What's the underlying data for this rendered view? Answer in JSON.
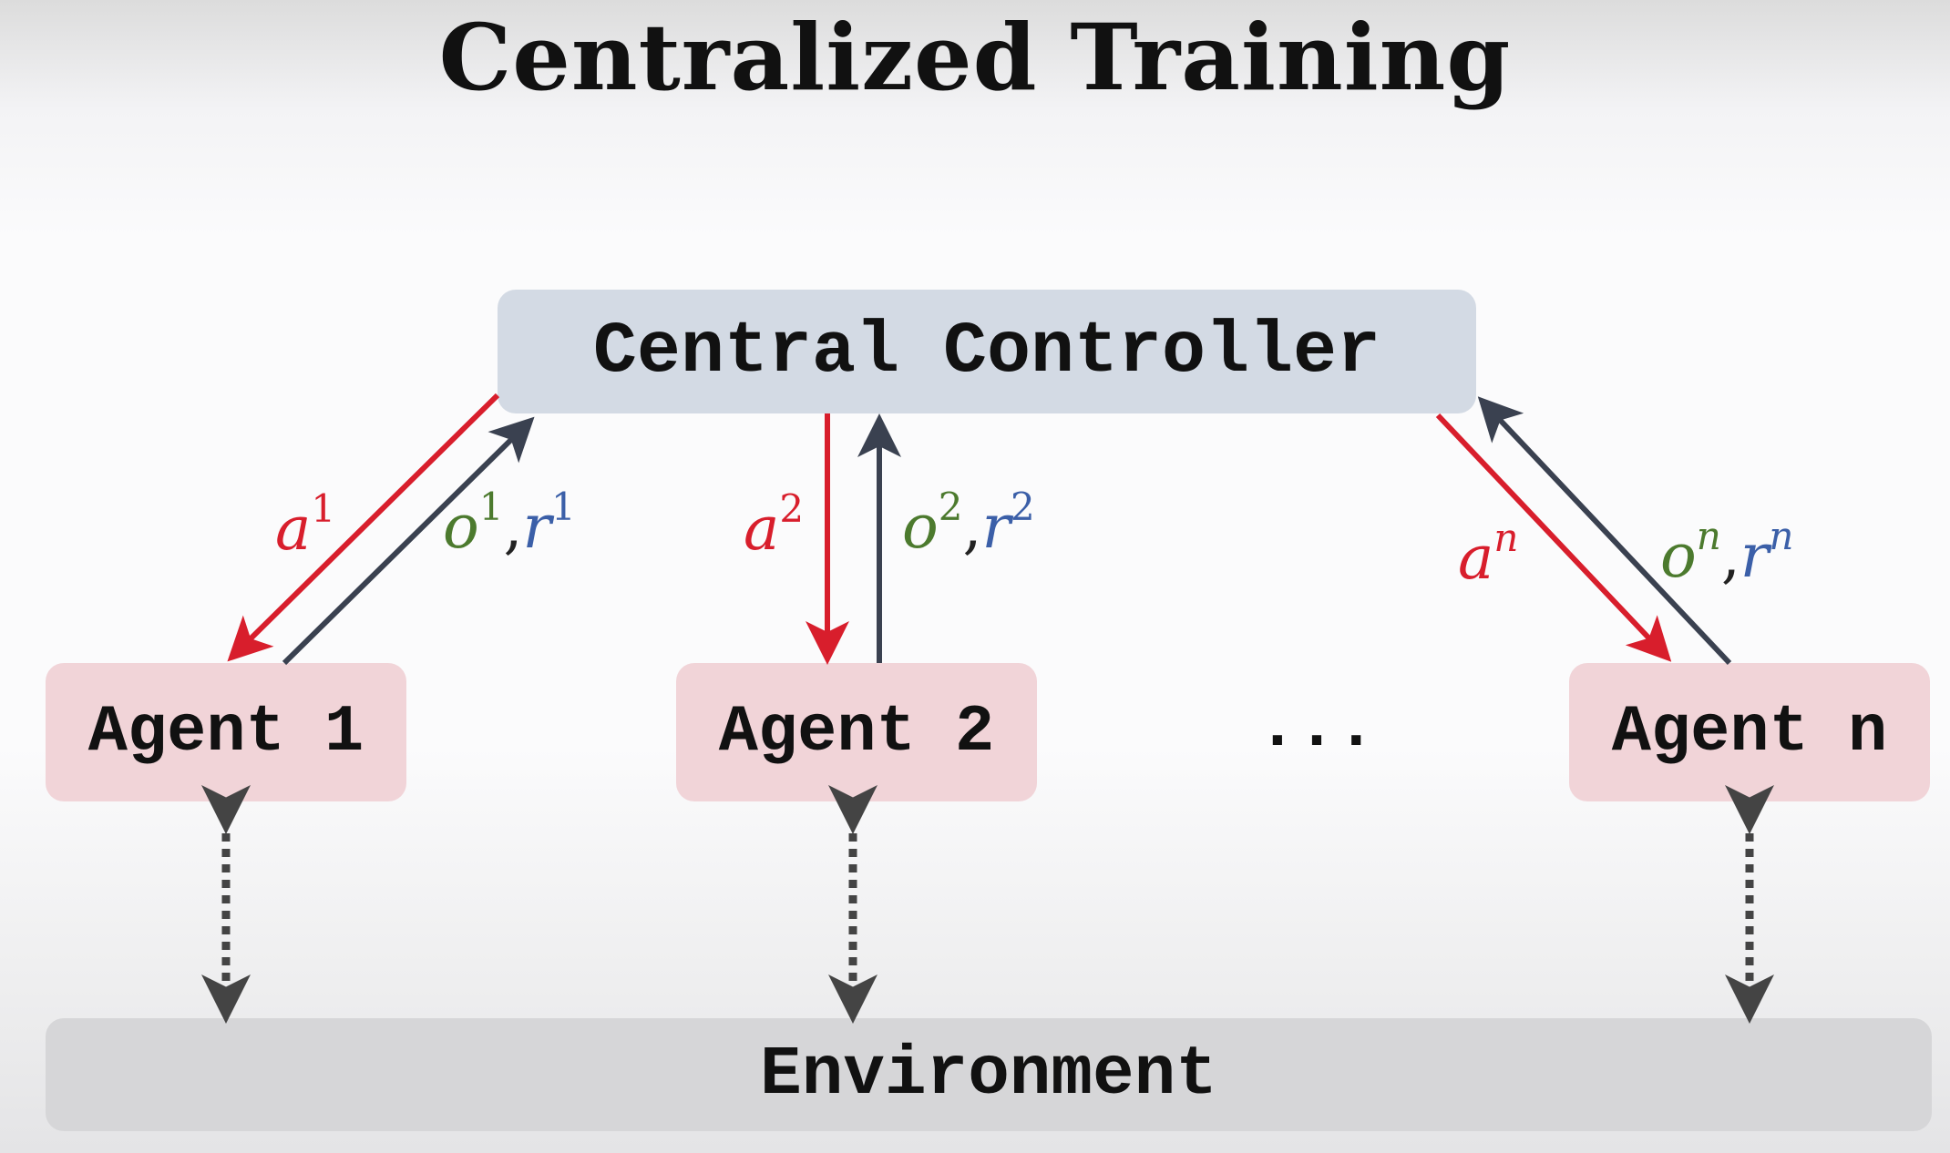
{
  "title": "Centralized Training",
  "controller": {
    "label": "Central Controller"
  },
  "agents": [
    {
      "label": "Agent 1",
      "action": "a",
      "action_sup": "1",
      "obs": "o",
      "obs_sup": "1",
      "reward": "r",
      "reward_sup": "1"
    },
    {
      "label": "Agent 2",
      "action": "a",
      "action_sup": "2",
      "obs": "o",
      "obs_sup": "2",
      "reward": "r",
      "reward_sup": "2"
    },
    {
      "label": "Agent n",
      "action": "a",
      "action_sup": "n",
      "obs": "o",
      "obs_sup": "n",
      "reward": "r",
      "reward_sup": "n"
    }
  ],
  "ellipsis": "...",
  "comma": ",",
  "environment": {
    "label": "Environment"
  },
  "colors": {
    "action": "#d81e2c",
    "observation": "#4c7a2e",
    "reward": "#3b5fa8",
    "up_arrow": "#3a4150",
    "env_arrow": "#444444",
    "controller_box": "#d3dae4",
    "agent_box": "#f1d4d8",
    "environment_box": "#d6d6d8"
  }
}
